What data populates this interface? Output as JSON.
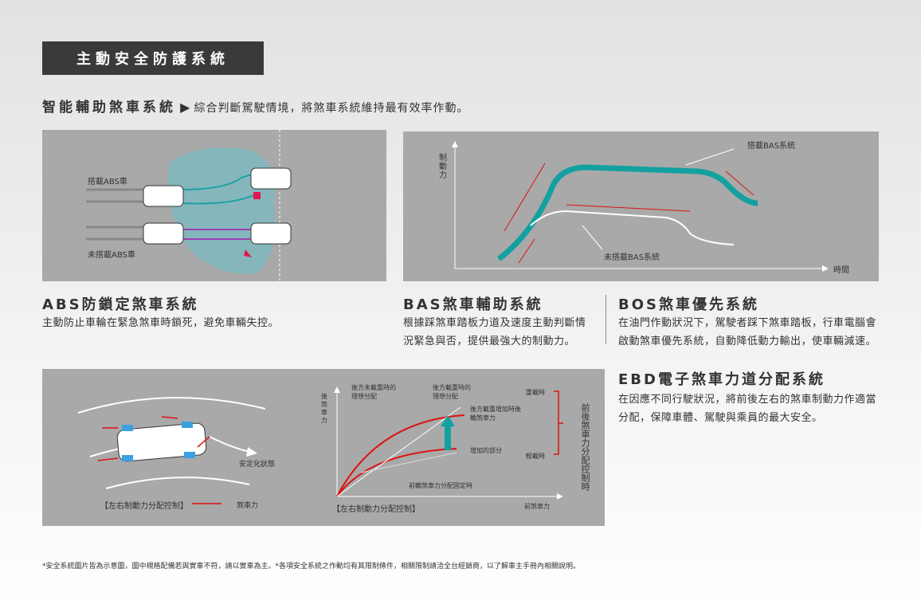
{
  "header": {
    "title": "主動安全防護系統"
  },
  "subtitle": {
    "heading": "智能輔助煞車系統",
    "arrow": "▶",
    "text": "綜合判斷駕駛情境，將煞車系統維持最有效率作動。"
  },
  "abs_diagram": {
    "with_abs": "搭載ABS車",
    "without_abs": "未搭載ABS車"
  },
  "bas_diagram": {
    "y_label": "制動力",
    "x_label": "時間",
    "with_bas": "搭載BAS系統",
    "without_bas": "未搭載BAS系統"
  },
  "ebd_diagram": {
    "stable": "安定化狀態",
    "lr_control": "【左右制動力分配控制】",
    "brake_force": "煞車力",
    "y_label": "後煞車力",
    "x_label": "前煞車力",
    "unloaded": "後方未載重時的理想分配",
    "loaded": "後方載重時的理想分配",
    "increase_rear": "後方載重增加時後輪煞車力",
    "increase_part": "增加的部分",
    "front_fixed": "前輪煞車力分配固定時",
    "heavy": "重載時",
    "light": "輕載時",
    "fr_control": "前後煞車力分配控制時",
    "chart_title": "【左右制動力分配控制】"
  },
  "sections": [
    {
      "title": "ABS防鎖定煞車系統",
      "desc": "主動防止車輪在緊急煞車時鎖死，避免車輛失控。"
    },
    {
      "title": "BAS煞車輔助系統",
      "desc": "根據踩煞車踏板力道及速度主動判斷情況緊急與否，提供最強大的制動力。"
    },
    {
      "title": "BOS煞車優先系統",
      "desc": "在油門作動狀況下，駕駛者踩下煞車踏板，行車電腦會啟動煞車優先系統，自動降低動力輸出，使車輛減速。"
    },
    {
      "title": "EBD電子煞車力道分配系統",
      "desc": "在因應不同行駛狀況，將前後左右的煞車制動力作適當分配，保障車體、駕駛與乘員的最大安全。"
    }
  ],
  "footnote": "*安全系統圖片皆為示意圖，圖中規格配備若與實車不符，請以實車為主。*各項安全系統之作動均有其限制條件，相關限制請洽全台經銷商，以了解車主手冊內相關說明。"
}
